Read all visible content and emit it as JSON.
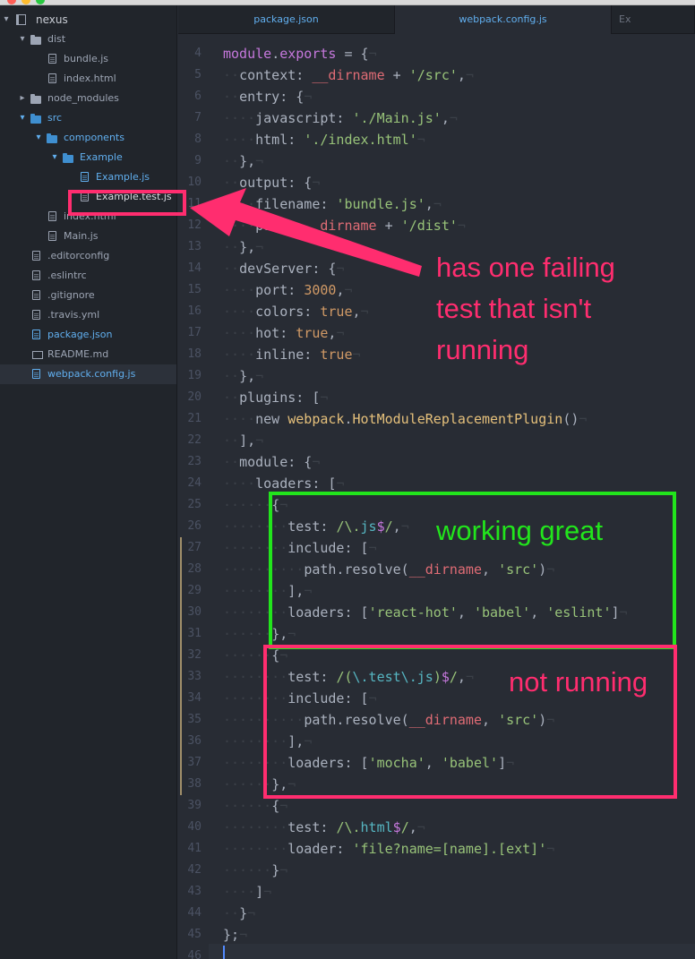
{
  "window": {
    "traffic_colors": [
      "#ff5f57",
      "#febc2e",
      "#28c840"
    ]
  },
  "sidebar": {
    "project_name": "nexus",
    "items": [
      {
        "label": "dist",
        "kind": "folder",
        "depth": 1,
        "expanded": true,
        "blue": false
      },
      {
        "label": "bundle.js",
        "kind": "file",
        "depth": 2,
        "blue": false
      },
      {
        "label": "index.html",
        "kind": "file",
        "depth": 2,
        "blue": false
      },
      {
        "label": "node_modules",
        "kind": "folder",
        "depth": 1,
        "expanded": false,
        "blue": false
      },
      {
        "label": "src",
        "kind": "folder",
        "depth": 1,
        "expanded": true,
        "blue": true
      },
      {
        "label": "components",
        "kind": "folder",
        "depth": 2,
        "expanded": true,
        "blue": true
      },
      {
        "label": "Example",
        "kind": "folder",
        "depth": 3,
        "expanded": true,
        "blue": true
      },
      {
        "label": "Example.js",
        "kind": "file",
        "depth": 4,
        "blue": true
      },
      {
        "label": "Example.test.js",
        "kind": "file",
        "depth": 4,
        "blue": false
      },
      {
        "label": "index.html",
        "kind": "file",
        "depth": 2,
        "blue": false
      },
      {
        "label": "Main.js",
        "kind": "file",
        "depth": 2,
        "blue": false
      },
      {
        "label": ".editorconfig",
        "kind": "file",
        "depth": 1,
        "blue": false
      },
      {
        "label": ".eslintrc",
        "kind": "file",
        "depth": 1,
        "blue": false
      },
      {
        "label": ".gitignore",
        "kind": "file",
        "depth": 1,
        "blue": false
      },
      {
        "label": ".travis.yml",
        "kind": "file",
        "depth": 1,
        "blue": false
      },
      {
        "label": "package.json",
        "kind": "file",
        "depth": 1,
        "blue": true
      },
      {
        "label": "README.md",
        "kind": "readme",
        "depth": 1,
        "blue": false
      },
      {
        "label": "webpack.config.js",
        "kind": "file",
        "depth": 1,
        "blue": true,
        "selected": true
      }
    ]
  },
  "tabs": [
    {
      "label": "package.json",
      "active": false
    },
    {
      "label": "webpack.config.js",
      "active": true
    },
    {
      "label": "Ex",
      "active": false
    }
  ],
  "editor": {
    "line_numbers": [
      "4",
      "5",
      "6",
      "7",
      "8",
      "9",
      "10",
      "11",
      "12",
      "13",
      "14",
      "15",
      "16",
      "17",
      "18",
      "19",
      "20",
      "21",
      "22",
      "23",
      "24",
      "25",
      "26",
      "27",
      "28",
      "29",
      "30",
      "31",
      "32",
      "33",
      "34",
      "35",
      "36",
      "37",
      "38",
      "39",
      "40",
      "41",
      "42",
      "43",
      "44",
      "45",
      "46"
    ],
    "modified_lines": [
      "27",
      "28",
      "29",
      "30",
      "31",
      "32",
      "33",
      "34",
      "35",
      "36",
      "37",
      "38"
    ],
    "cursor_line": "46",
    "lines": [
      [
        [
          "kw",
          "module"
        ],
        [
          "pl",
          "."
        ],
        [
          "kw",
          "exports"
        ],
        [
          "pl",
          " = {"
        ]
      ],
      [
        [
          "ws",
          "··"
        ],
        [
          "pl",
          "context: "
        ],
        [
          "var",
          "__dirname"
        ],
        [
          "pl",
          " + "
        ],
        [
          "str",
          "'/src'"
        ],
        [
          "pl",
          ","
        ]
      ],
      [
        [
          "ws",
          "··"
        ],
        [
          "pl",
          "entry: {"
        ]
      ],
      [
        [
          "ws",
          "····"
        ],
        [
          "pl",
          "javascript: "
        ],
        [
          "str",
          "'./Main.js'"
        ],
        [
          "pl",
          ","
        ]
      ],
      [
        [
          "ws",
          "····"
        ],
        [
          "pl",
          "html: "
        ],
        [
          "str",
          "'./index.html'"
        ]
      ],
      [
        [
          "ws",
          "··"
        ],
        [
          "pl",
          "},"
        ]
      ],
      [
        [
          "ws",
          "··"
        ],
        [
          "pl",
          "output: {"
        ]
      ],
      [
        [
          "ws",
          "····"
        ],
        [
          "pl",
          "filename: "
        ],
        [
          "str",
          "'bundle.js'"
        ],
        [
          "pl",
          ","
        ]
      ],
      [
        [
          "ws",
          "····"
        ],
        [
          "pl",
          "path: "
        ],
        [
          "var",
          "__dirname"
        ],
        [
          "pl",
          " + "
        ],
        [
          "str",
          "'/dist'"
        ]
      ],
      [
        [
          "ws",
          "··"
        ],
        [
          "pl",
          "},"
        ]
      ],
      [
        [
          "ws",
          "··"
        ],
        [
          "pl",
          "devServer: {"
        ]
      ],
      [
        [
          "ws",
          "····"
        ],
        [
          "pl",
          "port: "
        ],
        [
          "num",
          "3000"
        ],
        [
          "pl",
          ","
        ]
      ],
      [
        [
          "ws",
          "····"
        ],
        [
          "pl",
          "colors: "
        ],
        [
          "bool",
          "true"
        ],
        [
          "pl",
          ","
        ]
      ],
      [
        [
          "ws",
          "····"
        ],
        [
          "pl",
          "hot: "
        ],
        [
          "bool",
          "true"
        ],
        [
          "pl",
          ","
        ]
      ],
      [
        [
          "ws",
          "····"
        ],
        [
          "pl",
          "inline: "
        ],
        [
          "bool",
          "true"
        ]
      ],
      [
        [
          "ws",
          "··"
        ],
        [
          "pl",
          "},"
        ]
      ],
      [
        [
          "ws",
          "··"
        ],
        [
          "pl",
          "plugins: ["
        ]
      ],
      [
        [
          "ws",
          "····"
        ],
        [
          "pl",
          "new "
        ],
        [
          "fn",
          "webpack"
        ],
        [
          "pl",
          "."
        ],
        [
          "fn",
          "HotModuleReplacementPlugin"
        ],
        [
          "pl",
          "()"
        ]
      ],
      [
        [
          "ws",
          "··"
        ],
        [
          "pl",
          "],"
        ]
      ],
      [
        [
          "ws",
          "··"
        ],
        [
          "pl",
          "module: {"
        ]
      ],
      [
        [
          "ws",
          "····"
        ],
        [
          "pl",
          "loaders: ["
        ]
      ],
      [
        [
          "ws",
          "······"
        ],
        [
          "pl",
          "{"
        ]
      ],
      [
        [
          "ws",
          "········"
        ],
        [
          "pl",
          "test: "
        ],
        [
          "rxs",
          "/\\."
        ],
        [
          "rx",
          "js"
        ],
        [
          "rxd",
          "$"
        ],
        [
          "rxs",
          "/"
        ],
        [
          "pl",
          ","
        ]
      ],
      [
        [
          "ws",
          "········"
        ],
        [
          "pl",
          "include: ["
        ]
      ],
      [
        [
          "ws",
          "··········"
        ],
        [
          "pl",
          "path.resolve("
        ],
        [
          "var",
          "__dirname"
        ],
        [
          "pl",
          ", "
        ],
        [
          "str",
          "'src'"
        ],
        [
          "pl",
          ")"
        ]
      ],
      [
        [
          "ws",
          "········"
        ],
        [
          "pl",
          "],"
        ]
      ],
      [
        [
          "ws",
          "········"
        ],
        [
          "pl",
          "loaders: ["
        ],
        [
          "str",
          "'react-hot'"
        ],
        [
          "pl",
          ", "
        ],
        [
          "str",
          "'babel'"
        ],
        [
          "pl",
          ", "
        ],
        [
          "str",
          "'eslint'"
        ],
        [
          "pl",
          "]"
        ]
      ],
      [
        [
          "ws",
          "······"
        ],
        [
          "pl",
          "},"
        ]
      ],
      [
        [
          "ws",
          "······"
        ],
        [
          "pl",
          "{"
        ]
      ],
      [
        [
          "ws",
          "········"
        ],
        [
          "pl",
          "test: "
        ],
        [
          "rxs",
          "/("
        ],
        [
          "rx",
          "\\.test\\.js"
        ],
        [
          "rxs",
          ")"
        ],
        [
          "rxd",
          "$"
        ],
        [
          "rxs",
          "/"
        ],
        [
          "pl",
          ","
        ]
      ],
      [
        [
          "ws",
          "········"
        ],
        [
          "pl",
          "include: ["
        ]
      ],
      [
        [
          "ws",
          "··········"
        ],
        [
          "pl",
          "path.resolve("
        ],
        [
          "var",
          "__dirname"
        ],
        [
          "pl",
          ", "
        ],
        [
          "str",
          "'src'"
        ],
        [
          "pl",
          ")"
        ]
      ],
      [
        [
          "ws",
          "········"
        ],
        [
          "pl",
          "],"
        ]
      ],
      [
        [
          "ws",
          "········"
        ],
        [
          "pl",
          "loaders: ["
        ],
        [
          "str",
          "'mocha'"
        ],
        [
          "pl",
          ", "
        ],
        [
          "str",
          "'babel'"
        ],
        [
          "pl",
          "]"
        ]
      ],
      [
        [
          "ws",
          "······"
        ],
        [
          "pl",
          "},"
        ]
      ],
      [
        [
          "ws",
          "······"
        ],
        [
          "pl",
          "{"
        ]
      ],
      [
        [
          "ws",
          "········"
        ],
        [
          "pl",
          "test: "
        ],
        [
          "rxs",
          "/\\."
        ],
        [
          "rx",
          "html"
        ],
        [
          "rxd",
          "$"
        ],
        [
          "rxs",
          "/"
        ],
        [
          "pl",
          ","
        ]
      ],
      [
        [
          "ws",
          "········"
        ],
        [
          "pl",
          "loader: "
        ],
        [
          "str",
          "'file?name=[name].[ext]'"
        ]
      ],
      [
        [
          "ws",
          "······"
        ],
        [
          "pl",
          "}"
        ]
      ],
      [
        [
          "ws",
          "····"
        ],
        [
          "pl",
          "]"
        ]
      ],
      [
        [
          "ws",
          "··"
        ],
        [
          "pl",
          "}"
        ]
      ],
      [
        [
          "pl",
          "};"
        ]
      ],
      []
    ]
  },
  "annotations": {
    "failing_note": "has one failing\ntest that isn't\nrunning",
    "working_note": "working great",
    "not_running_note": "not running",
    "pink": "#ff2d6f",
    "green": "#22e51c"
  }
}
